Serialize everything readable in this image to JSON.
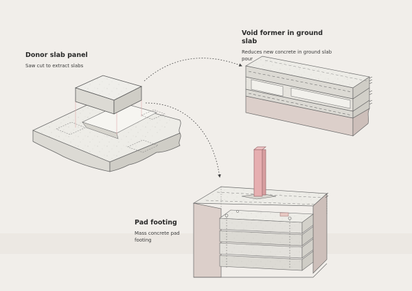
{
  "labels": {
    "donor": {
      "title": "Donor slab panel",
      "desc": "Saw cut to extract slabs"
    },
    "void": {
      "title": "Void former in ground slab",
      "desc": "Reduces new concrete in ground slab pour"
    },
    "pad": {
      "title": "Pad footing",
      "desc": "Mass concrete pad footing"
    }
  },
  "colors": {
    "background": "#f1eeea",
    "concrete_top": "#ecebe6",
    "concrete_left": "#dcdad4",
    "concrete_right": "#cfcdc6",
    "soil": "#dccfca",
    "steel_column": "#e6aeb0",
    "line": "#555555"
  }
}
